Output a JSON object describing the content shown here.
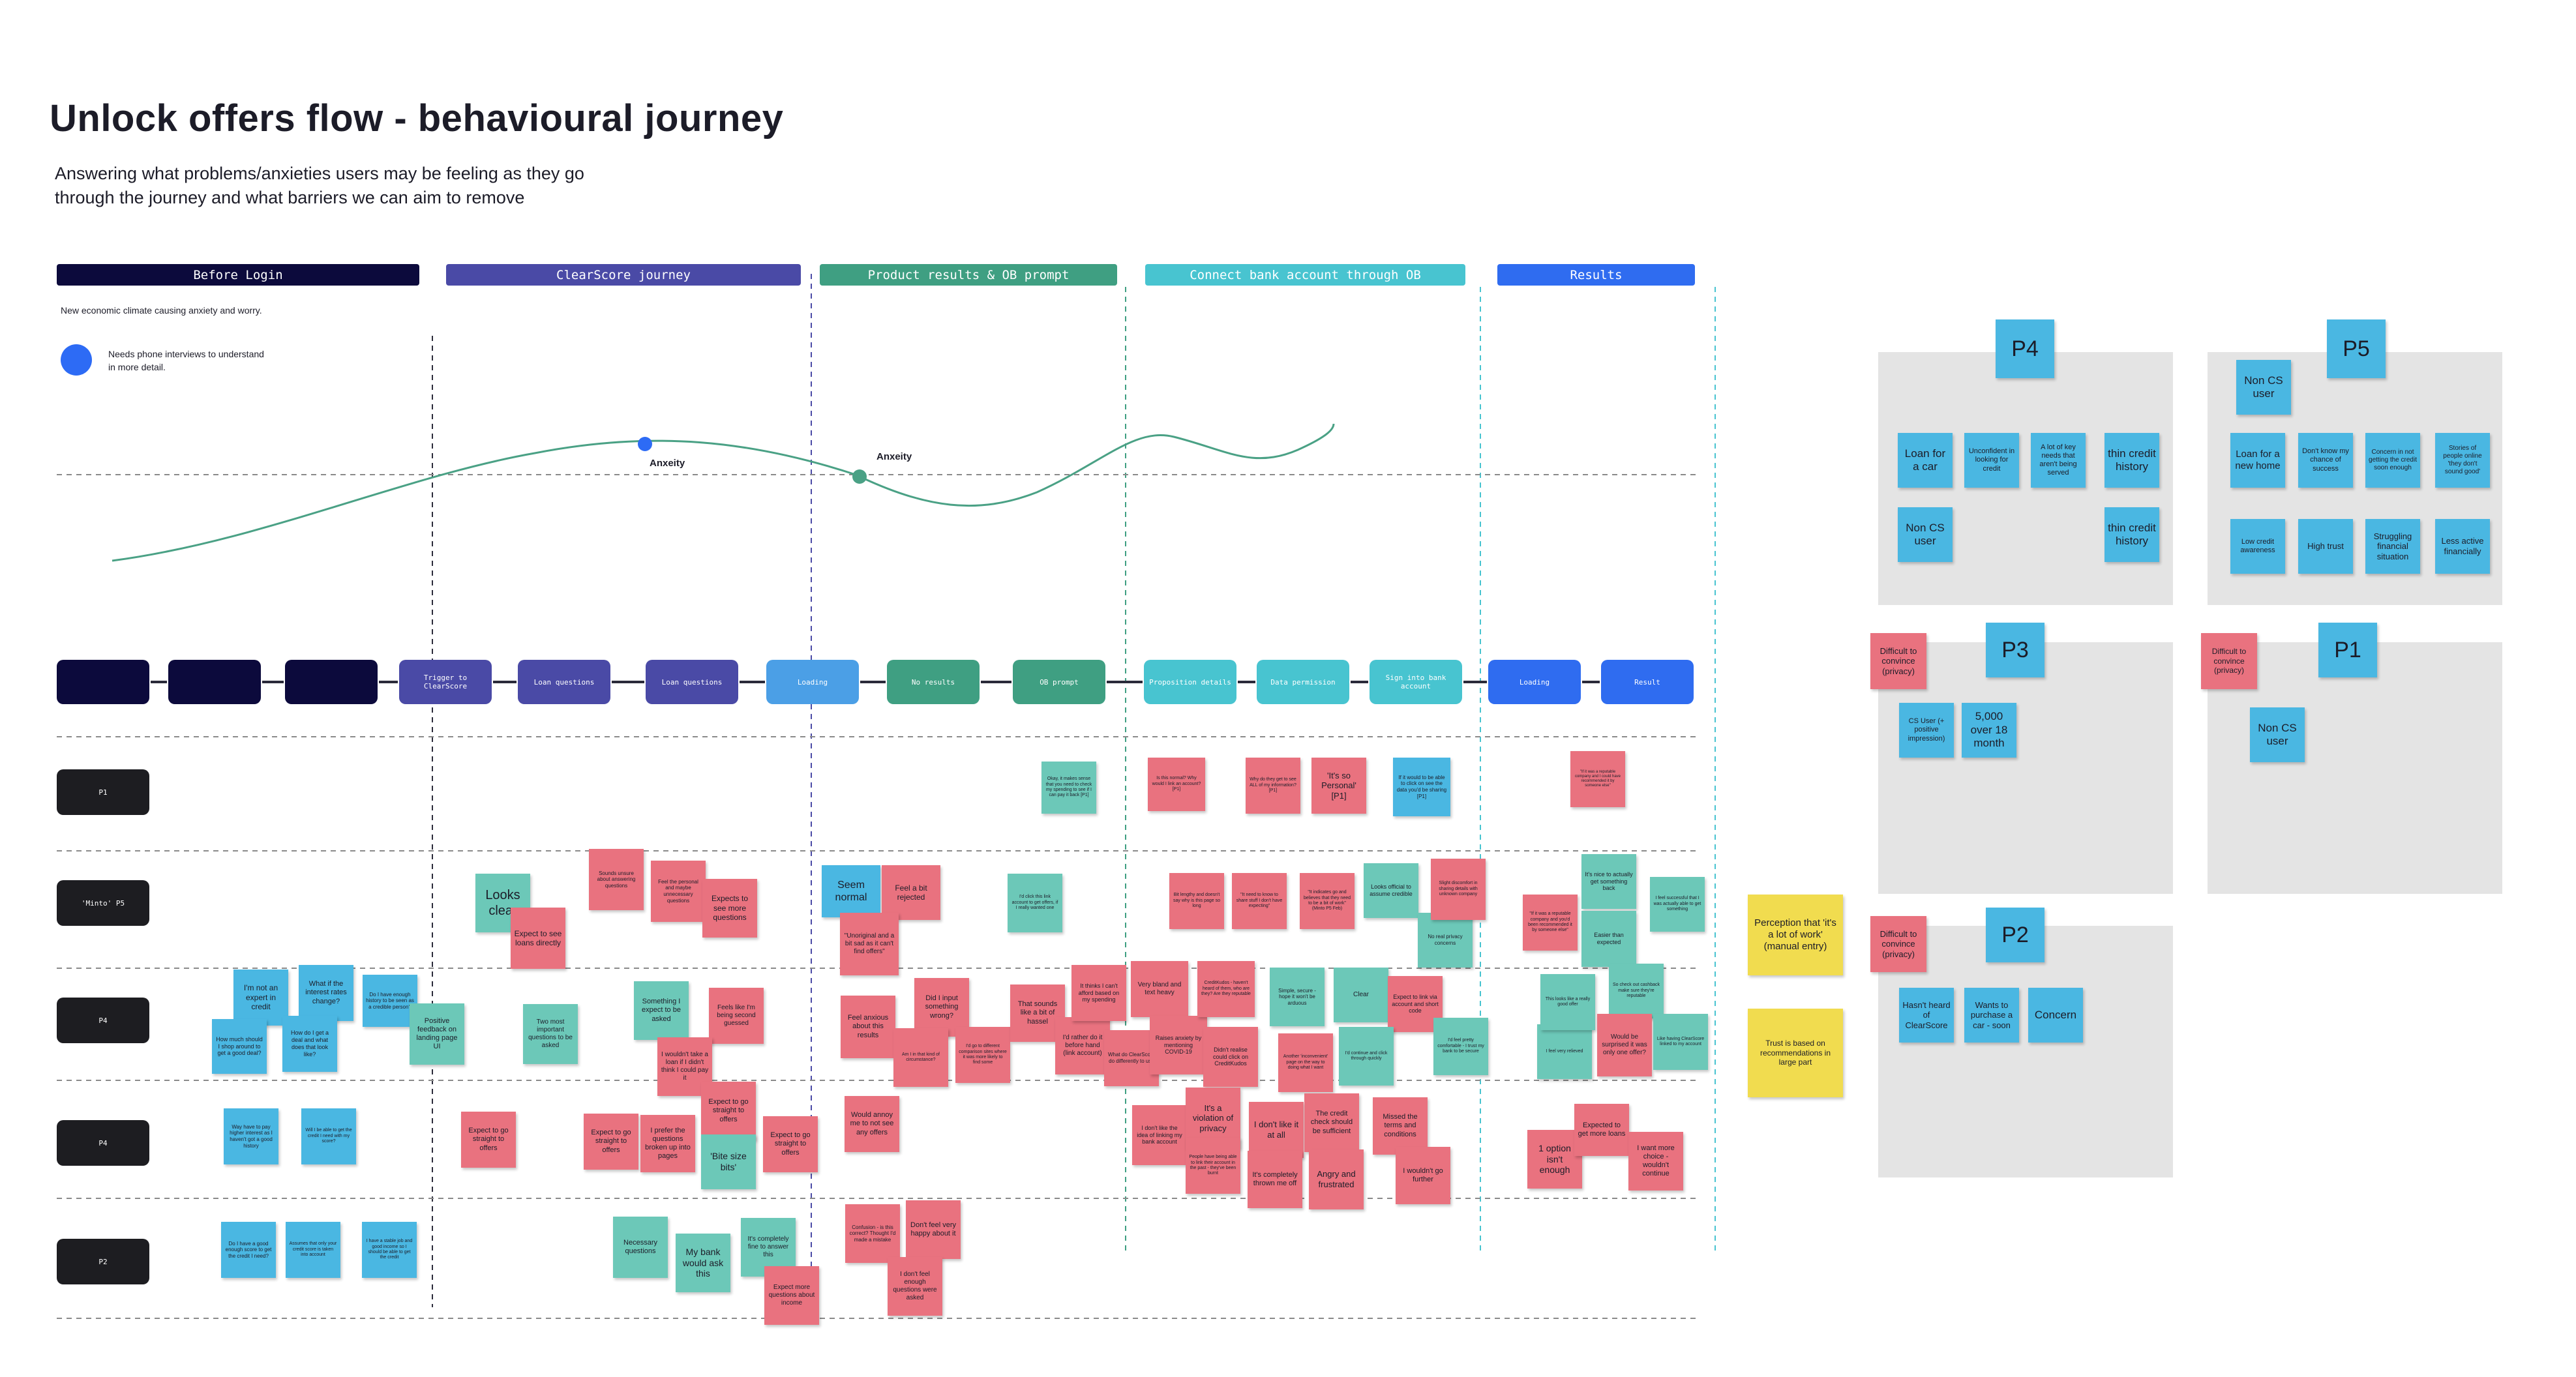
{
  "title": "Unlock offers flow - behavioural journey",
  "subtitle": "Answering what problems/anxieties users may be feeling as they go through the journey and what barriers we can aim to remove",
  "phases": [
    {
      "label": "Before Login",
      "color": "#0c0a3c"
    },
    {
      "label": "ClearScore journey",
      "color": "#4a4aa6"
    },
    {
      "label": "Product results & OB prompt",
      "color": "#3f9f82"
    },
    {
      "label": "Connect bank account through OB",
      "color": "#48c4d0"
    },
    {
      "label": "Results",
      "color": "#2f6cf0"
    }
  ],
  "context_note": "New economic climate causing anxiety and worry.",
  "legend": {
    "text": "Needs phone interviews to understand in more detail.",
    "color": "#2d6bf5"
  },
  "curve_labels": [
    "Anxeity",
    "Anxeity"
  ],
  "steps": [
    {
      "label": "",
      "color": "#0c0a3c"
    },
    {
      "label": "",
      "color": "#0c0a3c"
    },
    {
      "label": "",
      "color": "#0c0a3c"
    },
    {
      "label": "Trigger to ClearScore",
      "color": "#4a4aa6"
    },
    {
      "label": "Loan questions",
      "color": "#4a4aa6"
    },
    {
      "label": "Loan questions",
      "color": "#4a4aa6"
    },
    {
      "label": "Loading",
      "color": "#4b9fe6"
    },
    {
      "label": "No results",
      "color": "#3f9f82"
    },
    {
      "label": "OB prompt",
      "color": "#3f9f82"
    },
    {
      "label": "Proposition details",
      "color": "#48c4d0"
    },
    {
      "label": "Data permission",
      "color": "#48c4d0"
    },
    {
      "label": "Sign into bank account",
      "color": "#48c4d0"
    },
    {
      "label": "Loading",
      "color": "#2f6cf0"
    },
    {
      "label": "Result",
      "color": "#2f6cf0"
    }
  ],
  "rows": [
    "P1",
    "'Minto' P5",
    "P4",
    "P4",
    "P2"
  ],
  "colors": {
    "blue": "#4ab7e2",
    "teal": "#6cc8b8",
    "pink": "#e9727f",
    "yellow": "#f1dc4f",
    "cluster": "#e4e4e4"
  },
  "notes": [
    {
      "t": "Okay, it makes sense that you need to check my spending to see if I can pay it back [P1]",
      "c": "teal"
    },
    {
      "t": "Is this normal? Why would I link an account? [P1]",
      "c": "pink"
    },
    {
      "t": "Why do they get to see ALL of my information? [P1]",
      "c": "pink"
    },
    {
      "t": "'It's so Personal' [P1]",
      "c": "pink"
    },
    {
      "t": "If it would to be able to click on see the data you'd be sharing [P1]",
      "c": "blue"
    },
    {
      "t": "\"If it was a reputable company and I could have recommended it by someone else\"",
      "c": "pink"
    },
    {
      "t": "Looks clear",
      "c": "teal"
    },
    {
      "t": "Expect to see loans directly",
      "c": "pink"
    },
    {
      "t": "Sounds unsure about answering questions",
      "c": "pink"
    },
    {
      "t": "Feel the personal and maybe unnecessary questions",
      "c": "pink"
    },
    {
      "t": "Expects to see more questions",
      "c": "pink"
    },
    {
      "t": "Seem normal",
      "c": "blue"
    },
    {
      "t": "Feel a bit rejected",
      "c": "pink"
    },
    {
      "t": "\"Unoriginal and a bit sad as it can't find offers\"",
      "c": "pink"
    },
    {
      "t": "I'd click this link account to get offers, if I really wanted one",
      "c": "teal"
    },
    {
      "t": "Bit lengthy and doesn't say why is this page so long",
      "c": "pink"
    },
    {
      "t": "\"It need to know to share stuff I don't have expecting\"",
      "c": "pink"
    },
    {
      "t": "\"It indicates go and believes that they need to be a bit of work\" (Minto P5 Feb)",
      "c": "pink"
    },
    {
      "t": "Looks official to assume credible",
      "c": "teal"
    },
    {
      "t": "No real privacy concerns",
      "c": "teal"
    },
    {
      "t": "Slight discomfort in sharing details with unknown company",
      "c": "pink"
    },
    {
      "t": "\"If it was a reputable company and you'd been recommended it by someone else\"",
      "c": "pink"
    },
    {
      "t": "It's nice to actually get something back",
      "c": "teal"
    },
    {
      "t": "Easier than expected",
      "c": "teal"
    },
    {
      "t": "I feel successful that I was actually able to get something",
      "c": "teal"
    },
    {
      "t": "I'm not an expert in credit",
      "c": "blue"
    },
    {
      "t": "What if the interest rates change?",
      "c": "blue"
    },
    {
      "t": "Do I have enough history to be seen as a credible person?",
      "c": "blue"
    },
    {
      "t": "How much should I shop around to get a good deal?",
      "c": "blue"
    },
    {
      "t": "How do I get a deal and what does that look like?",
      "c": "blue"
    },
    {
      "t": "Positive feedback on landing page UI",
      "c": "teal"
    },
    {
      "t": "Two most important questions to be asked",
      "c": "teal"
    },
    {
      "t": "Something I expect to be asked",
      "c": "teal"
    },
    {
      "t": "Feels like I'm being second guessed",
      "c": "pink"
    },
    {
      "t": "I wouldn't take a loan if I didn't think I could pay it",
      "c": "pink"
    },
    {
      "t": "Feel anxious about this results",
      "c": "pink"
    },
    {
      "t": "Did I input something wrong?",
      "c": "pink"
    },
    {
      "t": "Am I in that kind of circumstance?",
      "c": "pink"
    },
    {
      "t": "I'd go to different comparison sites where it was more likely to find some",
      "c": "pink"
    },
    {
      "t": "That sounds like a bit of hassel",
      "c": "pink"
    },
    {
      "t": "I'd rather do it before hand (link account)",
      "c": "pink"
    },
    {
      "t": "It thinks I can't afford based on my spending",
      "c": "pink"
    },
    {
      "t": "What do ClearScore do differently to us?",
      "c": "pink"
    },
    {
      "t": "Very bland and text heavy",
      "c": "pink"
    },
    {
      "t": "Raises anxiety by mentioning COVID-19",
      "c": "pink"
    },
    {
      "t": "CreditKudos - haven't heard of them, who are they? Are they reputable",
      "c": "pink"
    },
    {
      "t": "Didn't realise could click on CreditKudos",
      "c": "pink"
    },
    {
      "t": "Simple, secure - hope it won't be arduous",
      "c": "teal"
    },
    {
      "t": "Clear",
      "c": "teal"
    },
    {
      "t": "Expect to link via account and short code",
      "c": "pink"
    },
    {
      "t": "Another 'inconvenient' page on the way to doing what I want",
      "c": "pink"
    },
    {
      "t": "I'd continue and click through quickly",
      "c": "teal"
    },
    {
      "t": "I'd feel pretty comfortable - I trust my bank to be secure",
      "c": "teal"
    },
    {
      "t": "I feel very relieved",
      "c": "teal"
    },
    {
      "t": "This looks like a really good offer",
      "c": "teal"
    },
    {
      "t": "So check out cashback make sure they're reputable",
      "c": "teal"
    },
    {
      "t": "Would be surprised it was only one offer?",
      "c": "pink"
    },
    {
      "t": "Like having ClearScore linked to my account",
      "c": "teal"
    },
    {
      "t": "Way have to pay higher interest as I haven't got a good history",
      "c": "blue"
    },
    {
      "t": "Will I be able to get the credit I need with my score?",
      "c": "blue"
    },
    {
      "t": "Expect to go straight to offers",
      "c": "pink"
    },
    {
      "t": "Expect to go straight to offers",
      "c": "pink"
    },
    {
      "t": "I prefer the questions broken up into pages",
      "c": "pink"
    },
    {
      "t": "Expect to go straight to offers",
      "c": "pink"
    },
    {
      "t": "'Bite size bits'",
      "c": "teal"
    },
    {
      "t": "Expect to go straight to offers",
      "c": "pink"
    },
    {
      "t": "Would annoy me to not see any offers",
      "c": "pink"
    },
    {
      "t": "I don't like the idea of linking my bank account",
      "c": "pink"
    },
    {
      "t": "It's a violation of privacy",
      "c": "pink"
    },
    {
      "t": "People have being able to link their account in the past - they've been burnt",
      "c": "pink"
    },
    {
      "t": "I don't like it at all",
      "c": "pink"
    },
    {
      "t": "It's completely thrown me off",
      "c": "pink"
    },
    {
      "t": "The credit check should be sufficient",
      "c": "pink"
    },
    {
      "t": "Angry and frustrated",
      "c": "pink"
    },
    {
      "t": "Missed the terms and conditions",
      "c": "pink"
    },
    {
      "t": "I wouldn't go further",
      "c": "pink"
    },
    {
      "t": "1 option isn't enough",
      "c": "pink"
    },
    {
      "t": "Expected to get more loans",
      "c": "pink"
    },
    {
      "t": "I want more choice - wouldn't continue",
      "c": "pink"
    },
    {
      "t": "Do I have a good enough score to get the credit I need?",
      "c": "blue"
    },
    {
      "t": "Assumes that only your credit score is taken into account",
      "c": "blue"
    },
    {
      "t": "I have a stable job and good income so I should be able to get the credit",
      "c": "blue"
    },
    {
      "t": "Necessary questions",
      "c": "teal"
    },
    {
      "t": "My bank would ask this",
      "c": "teal"
    },
    {
      "t": "It's completely fine to answer this",
      "c": "teal"
    },
    {
      "t": "Expect more questions about income",
      "c": "pink"
    },
    {
      "t": "Confusion - is this correct? Thought I'd made a mistake",
      "c": "pink"
    },
    {
      "t": "Don't feel very happy about it",
      "c": "pink"
    },
    {
      "t": "I don't feel enough questions were asked",
      "c": "pink"
    },
    {
      "t": "Perception that 'it's a lot of work' (manual entry)",
      "c": "yellow"
    },
    {
      "t": "Trust is based on recommendations in large part",
      "c": "yellow"
    }
  ],
  "clusters": [
    {
      "label": "P4",
      "notes": [
        "Loan for a car",
        "Unconfident in looking for credit",
        "A lot of key needs that aren't being served",
        "thin credit history",
        "Non CS user",
        "thin credit history"
      ]
    },
    {
      "label": "P5",
      "notes": [
        "Non CS user",
        "Loan for a new home",
        "Don't know my chance of success",
        "Concern in not getting the credit soon enough",
        "Stories of people online 'they don't sound good'",
        "Low credit awareness",
        "High trust",
        "Struggling financial situation",
        "Less active financially"
      ]
    },
    {
      "label": "P3",
      "notes": [
        "Difficult to convince (privacy)",
        "CS User (+ positive impression)",
        "5,000 over 18 month"
      ]
    },
    {
      "label": "P1",
      "notes": [
        "Difficult to convince (privacy)",
        "Non CS user"
      ]
    },
    {
      "label": "P2",
      "notes": [
        "Difficult to convince (privacy)",
        "Hasn't heard of ClearScore",
        "Wants to purchase a car - soon",
        "Concern"
      ]
    }
  ]
}
